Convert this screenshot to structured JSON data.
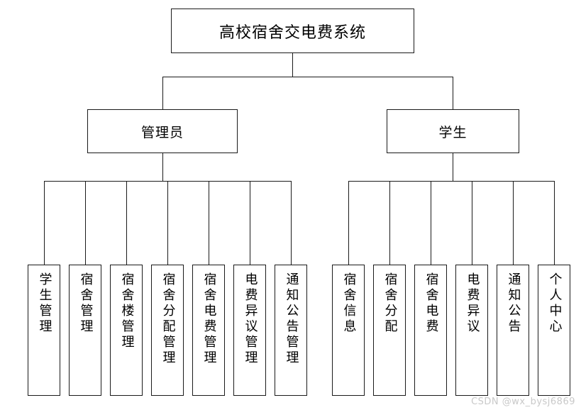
{
  "diagram": {
    "type": "hierarchy-tree",
    "title": "高校宿舍交电费系统",
    "levels": 3,
    "root": {
      "label": "高校宿舍交电费系统"
    },
    "branches": [
      {
        "id": "admin",
        "label": "管理员",
        "children": [
          {
            "label": "学生管理"
          },
          {
            "label": "宿舍管理"
          },
          {
            "label": "宿舍楼管理"
          },
          {
            "label": "宿舍分配管理"
          },
          {
            "label": "宿舍电费管理"
          },
          {
            "label": "电费异议管理"
          },
          {
            "label": "通知公告管理"
          }
        ]
      },
      {
        "id": "student",
        "label": "学生",
        "children": [
          {
            "label": "宿舍信息"
          },
          {
            "label": "宿舍分配"
          },
          {
            "label": "宿舍电费"
          },
          {
            "label": "电费异议"
          },
          {
            "label": "通知公告"
          },
          {
            "label": "个人中心"
          }
        ]
      }
    ]
  },
  "watermark": {
    "text": "CSDN @wx_bysj6869"
  },
  "colors": {
    "stroke": "#1a1a1a",
    "background": "#ffffff",
    "text": "#000000",
    "watermark": "#c9c9c9"
  }
}
